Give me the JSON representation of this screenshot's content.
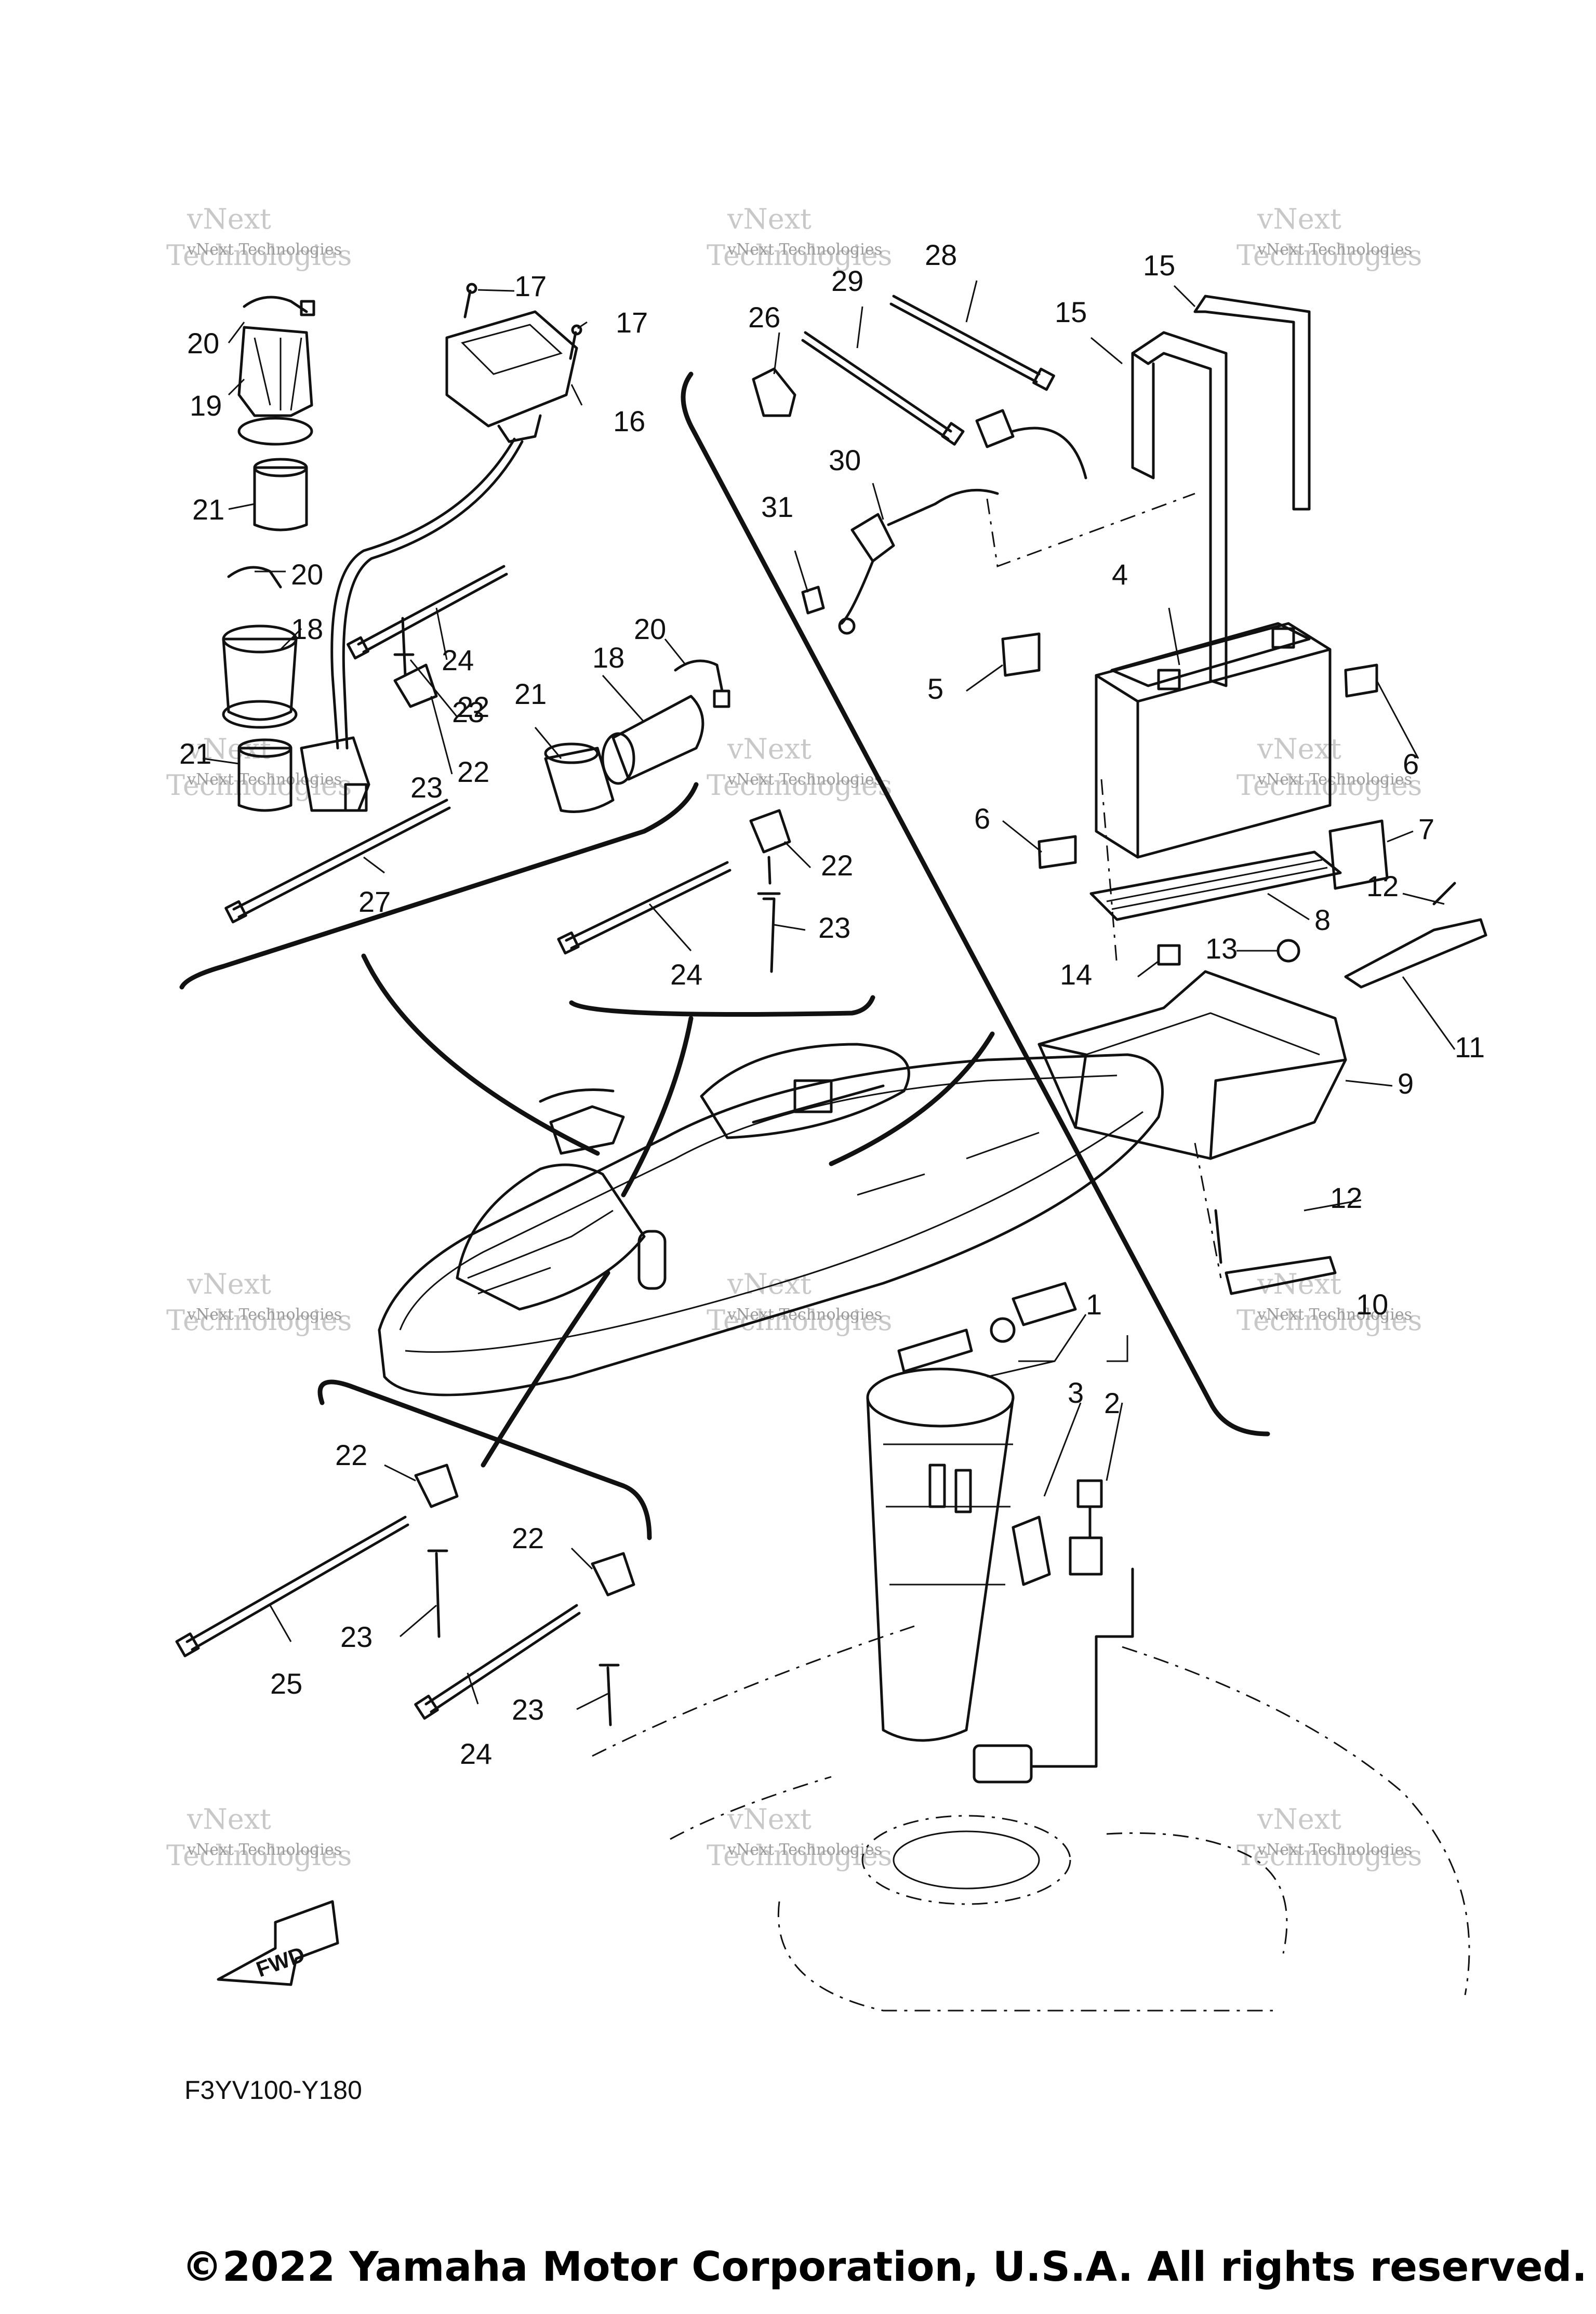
{
  "diagram": {
    "figure_code": "F3YV100-Y180",
    "copyright": "©2022 Yamaha Motor Corporation, U.S.A. All rights reserved.",
    "fwd_label": "FWD",
    "watermark": {
      "line1": "vNext Technologies",
      "line2": "vNext",
      "line3": "Technologies"
    },
    "callouts": [
      "1",
      "2",
      "3",
      "4",
      "5",
      "6",
      "6",
      "7",
      "8",
      "9",
      "10",
      "11",
      "12",
      "12",
      "13",
      "14",
      "15",
      "15",
      "16",
      "17",
      "17",
      "18",
      "18",
      "19",
      "20",
      "20",
      "20",
      "21",
      "21",
      "21",
      "22",
      "22",
      "22",
      "22",
      "22",
      "23",
      "23",
      "23",
      "23",
      "23",
      "24",
      "24",
      "24",
      "25",
      "26",
      "27",
      "28",
      "29",
      "30",
      "31"
    ]
  }
}
